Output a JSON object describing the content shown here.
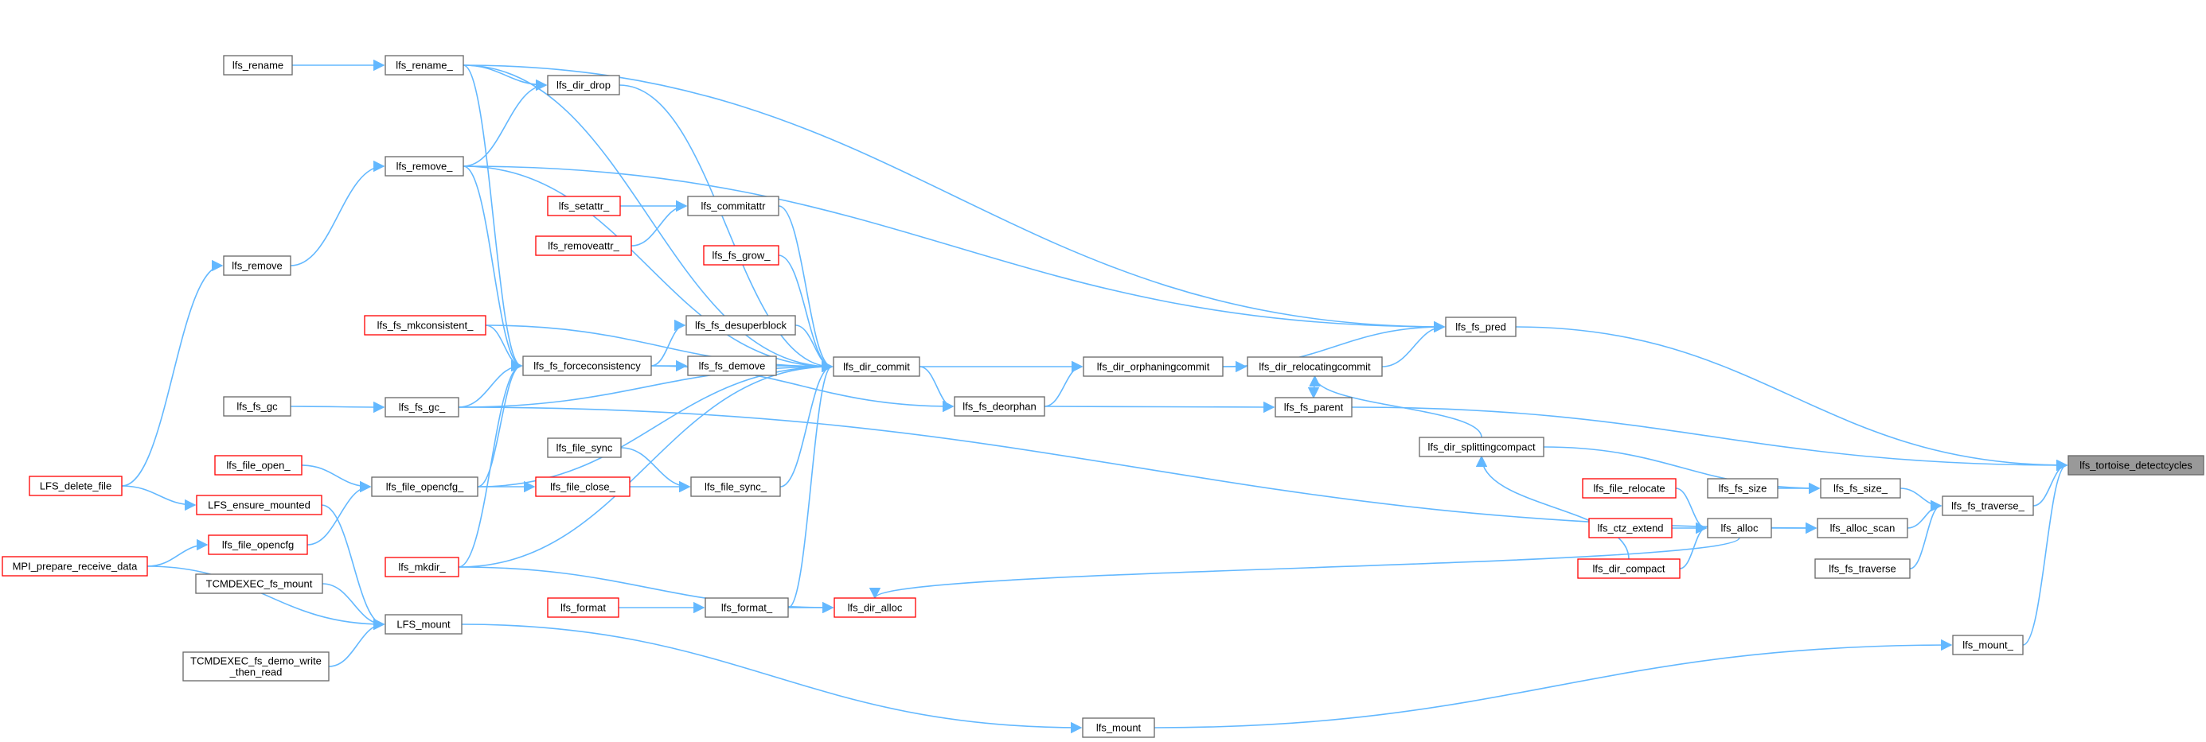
{
  "colors": {
    "edge": "#63b8ff",
    "node_border": "#666666",
    "node_fill": "#ffffff",
    "highlight_border": "#ff0000",
    "focus_fill": "#999999",
    "focus_border": "#666666"
  },
  "nodes": [
    {
      "id": "tortoise",
      "lines": [
        "lfs_tortoise_detectcycles"
      ],
      "style": "focus"
    },
    {
      "id": "fs_pred",
      "lines": [
        "lfs_fs_pred"
      ],
      "style": "normal"
    },
    {
      "id": "fs_parent",
      "lines": [
        "lfs_fs_parent"
      ],
      "style": "normal"
    },
    {
      "id": "fs_traverse_",
      "lines": [
        "lfs_fs_traverse_"
      ],
      "style": "normal"
    },
    {
      "id": "mount_",
      "lines": [
        "lfs_mount_"
      ],
      "style": "normal"
    },
    {
      "id": "dir_relocatingcommit",
      "lines": [
        "lfs_dir_relocatingcommit"
      ],
      "style": "normal"
    },
    {
      "id": "dir_orphaningcommit",
      "lines": [
        "lfs_dir_orphaningcommit"
      ],
      "style": "normal"
    },
    {
      "id": "dir_commit",
      "lines": [
        "lfs_dir_commit"
      ],
      "style": "normal"
    },
    {
      "id": "fs_deorphan",
      "lines": [
        "lfs_fs_deorphan"
      ],
      "style": "normal"
    },
    {
      "id": "rename_",
      "lines": [
        "lfs_rename_"
      ],
      "style": "normal"
    },
    {
      "id": "rename",
      "lines": [
        "lfs_rename"
      ],
      "style": "normal"
    },
    {
      "id": "remove_",
      "lines": [
        "lfs_remove_"
      ],
      "style": "normal"
    },
    {
      "id": "remove",
      "lines": [
        "lfs_remove"
      ],
      "style": "normal"
    },
    {
      "id": "dir_drop",
      "lines": [
        "lfs_dir_drop"
      ],
      "style": "normal"
    },
    {
      "id": "setattr_",
      "lines": [
        "lfs_setattr_"
      ],
      "style": "red"
    },
    {
      "id": "removeattr_",
      "lines": [
        "lfs_removeattr_"
      ],
      "style": "red"
    },
    {
      "id": "commitattr",
      "lines": [
        "lfs_commitattr"
      ],
      "style": "normal"
    },
    {
      "id": "fs_grow_",
      "lines": [
        "lfs_fs_grow_"
      ],
      "style": "red"
    },
    {
      "id": "fs_mkconsistent_",
      "lines": [
        "lfs_fs_mkconsistent_"
      ],
      "style": "red"
    },
    {
      "id": "fs_desuperblock",
      "lines": [
        "lfs_fs_desuperblock"
      ],
      "style": "normal"
    },
    {
      "id": "fs_forceconsistency",
      "lines": [
        "lfs_fs_forceconsistency"
      ],
      "style": "normal"
    },
    {
      "id": "fs_demove",
      "lines": [
        "lfs_fs_demove"
      ],
      "style": "normal"
    },
    {
      "id": "fs_gc",
      "lines": [
        "lfs_fs_gc"
      ],
      "style": "normal"
    },
    {
      "id": "fs_gc_",
      "lines": [
        "lfs_fs_gc_"
      ],
      "style": "normal"
    },
    {
      "id": "file_sync",
      "lines": [
        "lfs_file_sync"
      ],
      "style": "normal"
    },
    {
      "id": "file_sync_",
      "lines": [
        "lfs_file_sync_"
      ],
      "style": "normal"
    },
    {
      "id": "file_close_",
      "lines": [
        "lfs_file_close_"
      ],
      "style": "red"
    },
    {
      "id": "file_open_",
      "lines": [
        "lfs_file_open_"
      ],
      "style": "red"
    },
    {
      "id": "file_opencfg_",
      "lines": [
        "lfs_file_opencfg_"
      ],
      "style": "normal"
    },
    {
      "id": "LFS_delete_file",
      "lines": [
        "LFS_delete_file"
      ],
      "style": "red"
    },
    {
      "id": "LFS_ensure_mounted",
      "lines": [
        "LFS_ensure_mounted"
      ],
      "style": "red"
    },
    {
      "id": "file_opencfg",
      "lines": [
        "lfs_file_opencfg"
      ],
      "style": "red"
    },
    {
      "id": "MPI_prepare",
      "lines": [
        "MPI_prepare_receive_data"
      ],
      "style": "red"
    },
    {
      "id": "mkdir_",
      "lines": [
        "lfs_mkdir_"
      ],
      "style": "red"
    },
    {
      "id": "TCM_fs_mount",
      "lines": [
        "TCMDEXEC_fs_mount"
      ],
      "style": "normal"
    },
    {
      "id": "LFS_mount",
      "lines": [
        "LFS_mount"
      ],
      "style": "normal"
    },
    {
      "id": "TCM_demo",
      "lines": [
        "TCMDEXEC_fs_demo_write",
        "_then_read"
      ],
      "style": "normal"
    },
    {
      "id": "format",
      "lines": [
        "lfs_format"
      ],
      "style": "red"
    },
    {
      "id": "format_",
      "lines": [
        "lfs_format_"
      ],
      "style": "normal"
    },
    {
      "id": "dir_alloc",
      "lines": [
        "lfs_dir_alloc"
      ],
      "style": "red"
    },
    {
      "id": "mount",
      "lines": [
        "lfs_mount"
      ],
      "style": "normal"
    },
    {
      "id": "dir_splittingcompact",
      "lines": [
        "lfs_dir_splittingcompact"
      ],
      "style": "normal"
    },
    {
      "id": "file_relocate",
      "lines": [
        "lfs_file_relocate"
      ],
      "style": "red"
    },
    {
      "id": "ctz_extend",
      "lines": [
        "lfs_ctz_extend"
      ],
      "style": "red"
    },
    {
      "id": "dir_compact",
      "lines": [
        "lfs_dir_compact"
      ],
      "style": "red"
    },
    {
      "id": "alloc",
      "lines": [
        "lfs_alloc"
      ],
      "style": "normal"
    },
    {
      "id": "fs_size",
      "lines": [
        "lfs_fs_size"
      ],
      "style": "normal"
    },
    {
      "id": "fs_size_",
      "lines": [
        "lfs_fs_size_"
      ],
      "style": "normal"
    },
    {
      "id": "alloc_scan",
      "lines": [
        "lfs_alloc_scan"
      ],
      "style": "normal"
    },
    {
      "id": "fs_traverse",
      "lines": [
        "lfs_fs_traverse"
      ],
      "style": "normal"
    }
  ],
  "edges": [
    [
      "fs_pred",
      "tortoise"
    ],
    [
      "fs_parent",
      "tortoise"
    ],
    [
      "fs_traverse_",
      "tortoise"
    ],
    [
      "mount_",
      "tortoise"
    ],
    [
      "dir_relocatingcommit",
      "fs_pred"
    ],
    [
      "dir_orphaningcommit",
      "fs_pred"
    ],
    [
      "rename_",
      "fs_pred"
    ],
    [
      "remove_",
      "fs_pred"
    ],
    [
      "dir_relocatingcommit",
      "fs_parent"
    ],
    [
      "fs_deorphan",
      "fs_parent"
    ],
    [
      "dir_orphaningcommit",
      "dir_relocatingcommit"
    ],
    [
      "fs_deorphan",
      "dir_orphaningcommit"
    ],
    [
      "dir_commit",
      "dir_orphaningcommit"
    ],
    [
      "rename_",
      "dir_commit"
    ],
    [
      "dir_drop",
      "dir_commit"
    ],
    [
      "remove_",
      "dir_commit"
    ],
    [
      "commitattr",
      "dir_commit"
    ],
    [
      "fs_grow_",
      "dir_commit"
    ],
    [
      "fs_mkconsistent_",
      "dir_commit"
    ],
    [
      "fs_desuperblock",
      "dir_commit"
    ],
    [
      "fs_demove",
      "dir_commit"
    ],
    [
      "fs_gc_",
      "dir_commit"
    ],
    [
      "file_sync_",
      "dir_commit"
    ],
    [
      "file_opencfg_",
      "dir_commit"
    ],
    [
      "mkdir_",
      "dir_commit"
    ],
    [
      "format_",
      "dir_commit"
    ],
    [
      "dir_commit",
      "fs_deorphan"
    ],
    [
      "fs_forceconsistency",
      "fs_deorphan"
    ],
    [
      "rename",
      "rename_"
    ],
    [
      "remove_",
      "dir_drop"
    ],
    [
      "rename_",
      "dir_drop"
    ],
    [
      "remove",
      "remove_"
    ],
    [
      "LFS_delete_file",
      "remove"
    ],
    [
      "setattr_",
      "commitattr"
    ],
    [
      "removeattr_",
      "commitattr"
    ],
    [
      "fs_forceconsistency",
      "fs_desuperblock"
    ],
    [
      "fs_forceconsistency",
      "fs_demove"
    ],
    [
      "rename_",
      "fs_forceconsistency"
    ],
    [
      "remove_",
      "fs_forceconsistency"
    ],
    [
      "fs_mkconsistent_",
      "fs_forceconsistency"
    ],
    [
      "fs_gc_",
      "fs_forceconsistency"
    ],
    [
      "file_opencfg_",
      "fs_forceconsistency"
    ],
    [
      "mkdir_",
      "fs_forceconsistency"
    ],
    [
      "fs_gc",
      "fs_gc_"
    ],
    [
      "file_sync",
      "file_sync_"
    ],
    [
      "file_close_",
      "file_sync_"
    ],
    [
      "file_opencfg_",
      "file_close_"
    ],
    [
      "file_open_",
      "file_opencfg_"
    ],
    [
      "file_opencfg",
      "file_opencfg_"
    ],
    [
      "LFS_delete_file",
      "LFS_ensure_mounted"
    ],
    [
      "MPI_prepare",
      "file_opencfg"
    ],
    [
      "LFS_ensure_mounted",
      "LFS_mount"
    ],
    [
      "MPI_prepare",
      "LFS_mount"
    ],
    [
      "TCM_fs_mount",
      "LFS_mount"
    ],
    [
      "TCM_demo",
      "LFS_mount"
    ],
    [
      "LFS_mount",
      "mount"
    ],
    [
      "mount",
      "mount_"
    ],
    [
      "format",
      "format_"
    ],
    [
      "format_",
      "dir_alloc"
    ],
    [
      "mkdir_",
      "dir_alloc"
    ],
    [
      "alloc",
      "dir_alloc"
    ],
    [
      "dir_splittingcompact",
      "dir_relocatingcommit"
    ],
    [
      "dir_compact",
      "dir_splittingcompact"
    ],
    [
      "dir_splittingcompact",
      "fs_size_"
    ],
    [
      "fs_size",
      "fs_size_"
    ],
    [
      "fs_size_",
      "fs_traverse_"
    ],
    [
      "file_relocate",
      "alloc"
    ],
    [
      "ctz_extend",
      "alloc"
    ],
    [
      "dir_compact",
      "alloc"
    ],
    [
      "alloc",
      "alloc_scan"
    ],
    [
      "alloc_scan",
      "fs_traverse_"
    ],
    [
      "fs_gc_",
      "alloc_scan"
    ],
    [
      "fs_traverse",
      "fs_traverse_"
    ]
  ]
}
